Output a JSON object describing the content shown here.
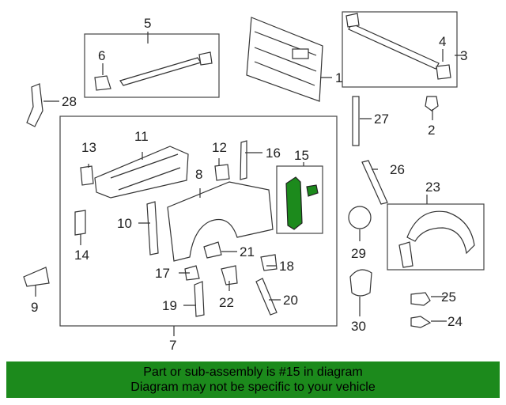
{
  "callouts": {
    "c1": "1",
    "c2": "2",
    "c3": "3",
    "c4": "4",
    "c5": "5",
    "c6": "6",
    "c7": "7",
    "c8": "8",
    "c9": "9",
    "c10": "10",
    "c11": "11",
    "c12": "12",
    "c13": "13",
    "c14": "14",
    "c15": "15",
    "c16": "16",
    "c17": "17",
    "c18": "18",
    "c19": "19",
    "c20": "20",
    "c21": "21",
    "c22": "22",
    "c23": "23",
    "c24": "24",
    "c25": "25",
    "c26": "26",
    "c27": "27",
    "c28": "28",
    "c29": "29",
    "c30": "30"
  },
  "highlight_color": "#1c8a1c",
  "banner": {
    "line1": "Part or sub-assembly is #15 in diagram",
    "line2": "Diagram may not be specific to your vehicle"
  }
}
